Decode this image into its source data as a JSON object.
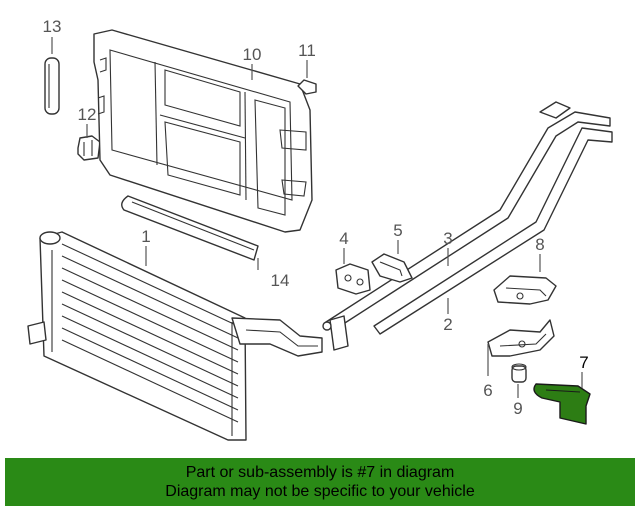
{
  "colors": {
    "banner_bg": "#2a8a16",
    "highlight_part": "#2d7d14",
    "line": "#333333",
    "callout_text": "#555555"
  },
  "callouts": {
    "c1": "1",
    "c2": "2",
    "c3": "3",
    "c4": "4",
    "c5": "5",
    "c6": "6",
    "c7": "7",
    "c8": "8",
    "c9": "9",
    "c10": "10",
    "c11": "11",
    "c12": "12",
    "c13": "13",
    "c14": "14"
  },
  "highlighted_part": "7",
  "banner": {
    "line1": "Part or sub-assembly is #7 in diagram",
    "line2": "Diagram may not be specific to your vehicle"
  }
}
